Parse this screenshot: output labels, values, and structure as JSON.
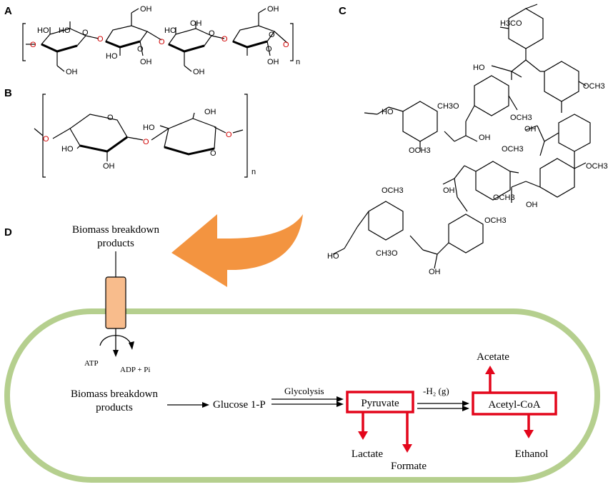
{
  "panels": {
    "a": "A",
    "b": "B",
    "c": "C",
    "d": "D"
  },
  "cellulose": {
    "oh_labels": [
      "HO",
      "HO",
      "OH",
      "HO",
      "OH",
      "OH",
      "HO",
      "OH",
      "OH",
      "OH",
      "OH"
    ],
    "o_labels": [
      "O",
      "O",
      "O",
      "O",
      "O",
      "O",
      "O",
      "O",
      "O",
      "O"
    ],
    "n": "n"
  },
  "xylan": {
    "labels": [
      "HO",
      "OH",
      "HO",
      "OH"
    ],
    "o_labels": [
      "O",
      "O",
      "O",
      "O",
      "O"
    ],
    "n": "n"
  },
  "lignin": {
    "labels": [
      "H3CO",
      "HO",
      "OCH3",
      "HO",
      "CH3O",
      "OH",
      "OCH3",
      "OCH3",
      "OH",
      "OCH3",
      "OCH3",
      "OH",
      "OH",
      "OCH3",
      "OCH3",
      "OCH3",
      "HO",
      "CH3O",
      "OH"
    ]
  },
  "pathway": {
    "transporter_label_1": "Biomass breakdown",
    "transporter_label_2": "products",
    "atp": "ATP",
    "adp_pi": "ADP + Pi",
    "input_1": "Biomass breakdown",
    "input_2": "products",
    "glucose": "Glucose 1-P",
    "glycolysis": "Glycolysis",
    "pyruvate": "Pyruvate",
    "h2": "-H₂ (g)",
    "acetyl_coa": "Acetyl-CoA",
    "acetate": "Acetate",
    "lactate": "Lactate",
    "formate": "Formate",
    "ethanol": "Ethanol"
  },
  "colors": {
    "cell_membrane": "#b5cf8e",
    "transporter_fill": "#f8bc8c",
    "big_arrow": "#f39440",
    "product_box": "#e3061b",
    "oxygen": "#d00000"
  }
}
